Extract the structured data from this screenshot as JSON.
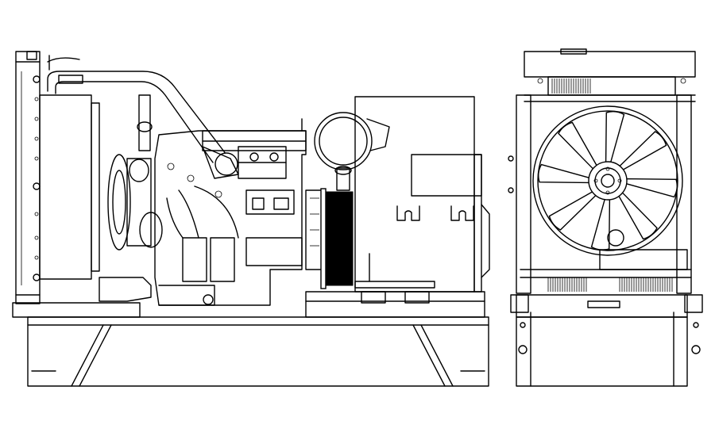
{
  "drawing": {
    "views": [
      "side-view",
      "end-view"
    ],
    "colors": {
      "line": "#000000",
      "background": "#ffffff"
    },
    "icons": [
      "radiator",
      "engine-block",
      "alternator",
      "cooling-fan",
      "skid-base",
      "air-filter"
    ]
  },
  "fan": {
    "blade_count": 8
  }
}
